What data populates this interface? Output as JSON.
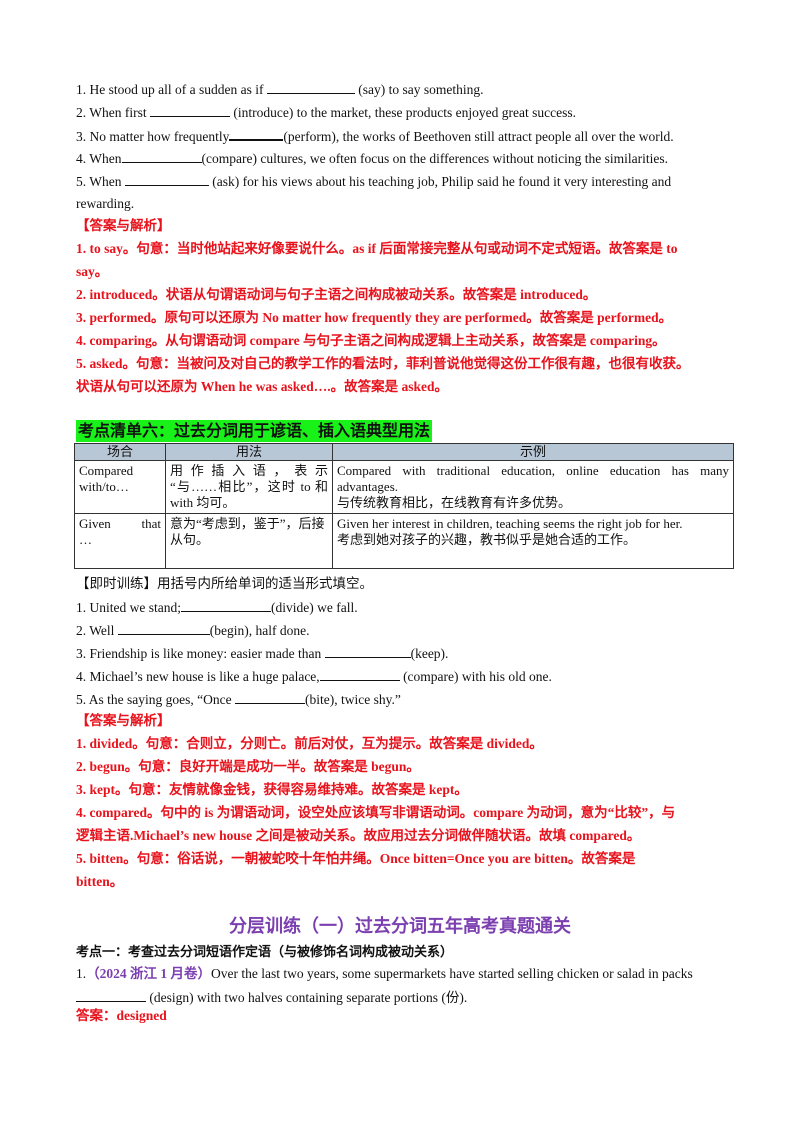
{
  "part1": {
    "q1_a": "1.  He  stood  up  all  of  a  sudden  as  if",
    "q1_b": "(say)  to  say  something.",
    "q2_a": "2. When first",
    "q2_b": "(introduce) to the market, these products enjoyed great success.",
    "q3_a": "3. No matter how frequently",
    "q3_b": "(perform), the works of Beethoven still attract people all over the world.",
    "q4_a": "4. When",
    "q4_b": "(compare) cultures, we often focus on the differences without noticing the similarities.",
    "q5_a": "5.  When",
    "q5_b": "(ask) for his views about his teaching job, Philip said he found it very interesting and",
    "q5_c": "rewarding.",
    "answer_head": "【答案与解析】",
    "a1": "1.  to  say。句意：当时他站起来好像要说什么。as  if 后面常接完整从句或动词不定式短语。故答案是 to",
    "a1b": "say。",
    "a2": "2. introduced。状语从句谓语动词与句子主语之间构成被动关系。故答案是 introduced。",
    "a3": "3. performed。原句可以还原为 No matter how frequently they are performed。故答案是 performed。",
    "a4": "4. comparing。从句谓语动词 compare 与句子主语之间构成逻辑上主动关系，故答案是 comparing。",
    "a5": "5.  asked。句意：当被问及对自己的教学工作的看法时，菲利普说他觉得这份工作很有趣，也很有收获。",
    "a5b": "状语从句可以还原为 When  he  was  asked….。故答案是 asked。"
  },
  "section6": {
    "title": "考点清单六：过去分词用于谚语、插入语典型用法",
    "headers": [
      "场合",
      "用法",
      "示例"
    ],
    "row1": {
      "case": "Compared with/to…",
      "usage": "用 作 插 入 语 ， 表 示 “与……相比”，这时 to 和 with 均可。",
      "example_en": "Compared with traditional education, online education has many advantages.",
      "example_zh": "与传统教育相比，在线教育有许多优势。"
    },
    "row2": {
      "case_a": "Given",
      "case_b": "that",
      "case_c": "…",
      "usage": "意为“考虑到，鉴于”，后接从句。",
      "example_en": "Given her interest in children, teaching seems the right job for her.",
      "example_zh": "考虑到她对孩子的兴趣，教书似乎是她合适的工作。"
    }
  },
  "part2": {
    "instr": "【即时训练】用括号内所给单词的适当形式填空。",
    "q1_a": "1. United we stand;",
    "q1_b": "(divide) we fall.",
    "q2_a": "2. Well",
    "q2_b": "(begin), half done.",
    "q3_a": "3. Friendship is like money: easier made than",
    "q3_b": "(keep).",
    "q4_a": "4. Michael’s new house is like a huge palace,",
    "q4_b": "(compare) with his old one.",
    "q5_a": "5.  As  the  saying  goes,  “Once",
    "q5_b": "(bite),  twice  shy.”",
    "answer_head": "【答案与解析】",
    "a1": "1. divided。句意：合则立，分则亡。前后对仗，互为提示。故答案是 divided。",
    "a2": "2. begun。句意：良好开端是成功一半。故答案是 begun。",
    "a3": "3. kept。句意：友情就像金钱，获得容易维持难。故答案是 kept。",
    "a4": "4. compared。句中的 is 为谓语动词，设空处应该填写非谓语动词。compare 为动词，意为“比较”，与",
    "a4b": "逻辑主语.Michael’s new house 之间是被动关系。故应用过去分词做伴随状语。故填 compared。",
    "a5": "5.  bitten。句意：俗话说，一朝被蛇咬十年怕井绳。Once  bitten=Once  you  are  bitten。故答案是",
    "a5b": "bitten。"
  },
  "layer": {
    "title": "分层训练（一）过去分词五年高考真题通关",
    "point1": "考点一：考查过去分词短语作定语（与被修饰名词构成被动关系）",
    "q1_num": "1.",
    "q1_src": "（2024 浙江 1 月卷）",
    "q1_a": "Over the last two years, some supermarkets have  started selling chicken or salad in packs",
    "q1_b": "(design) with two halves containing separate portions (份).",
    "ans": "答案：designed"
  }
}
